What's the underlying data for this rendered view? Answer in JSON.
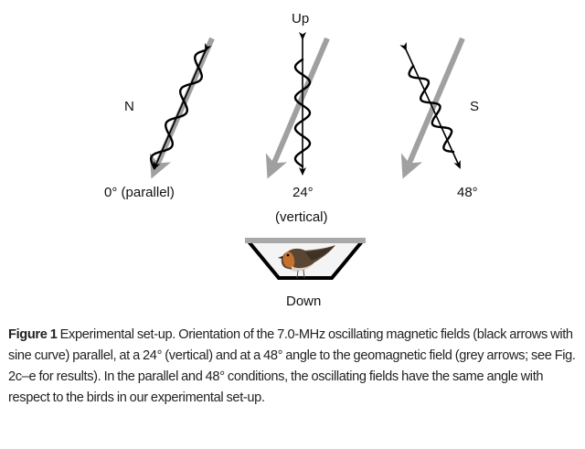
{
  "figure": {
    "labels": {
      "up": "Up",
      "down": "Down",
      "north": "N",
      "south": "S",
      "angle_parallel": "0° (parallel)",
      "angle_vertical_value": "24°",
      "angle_vertical_note": "(vertical)",
      "angle_48": "48°"
    },
    "colors": {
      "geomagnetic_arrow": "#a0a0a0",
      "oscillating_arrow": "#000000",
      "cage": "#000000",
      "cage_rim": "#a8a8a8"
    }
  },
  "caption": {
    "label": "Figure 1",
    "text": " Experimental set-up. Orientation of the 7.0-MHz oscillating magnetic fields (black arrows with sine curve) parallel, at a 24° (vertical) and at a 48° angle to the geomagnetic field (grey arrows; see Fig. 2c–e for results). In the parallel and 48° conditions, the oscillating fields have the same angle with respect to the birds in our experimental set-up."
  }
}
